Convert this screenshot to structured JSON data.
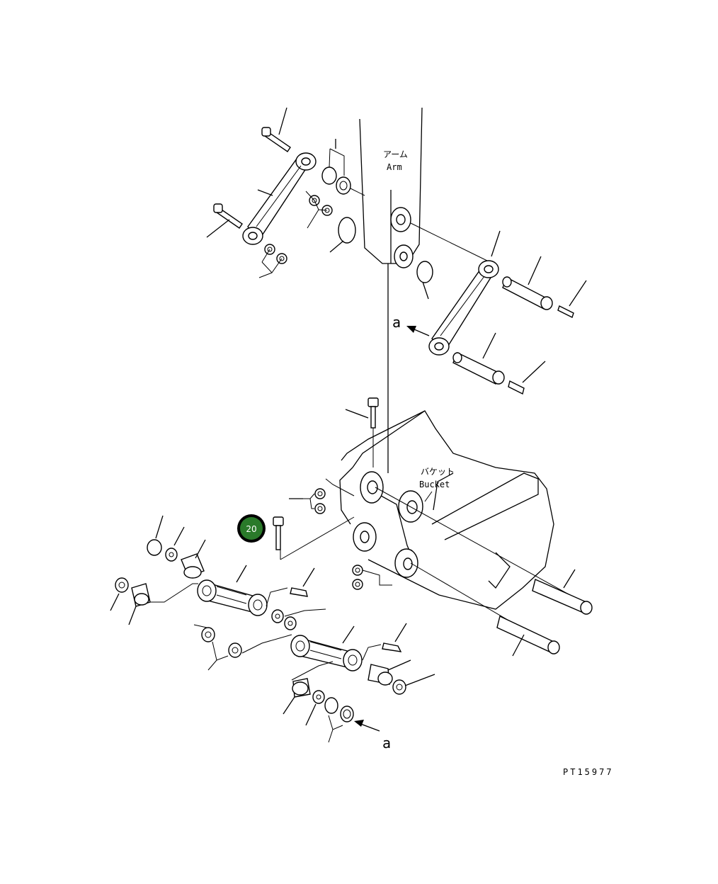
{
  "labels": {
    "arm_jp": "アーム",
    "arm_en": "Arm",
    "bucket_jp": "バケット",
    "bucket_en": "Bucket",
    "view_a_top": "a",
    "view_a_bottom": "a",
    "drawing_number": "PT15977"
  },
  "callout": {
    "number": "20",
    "color": "#2a7a2a"
  }
}
